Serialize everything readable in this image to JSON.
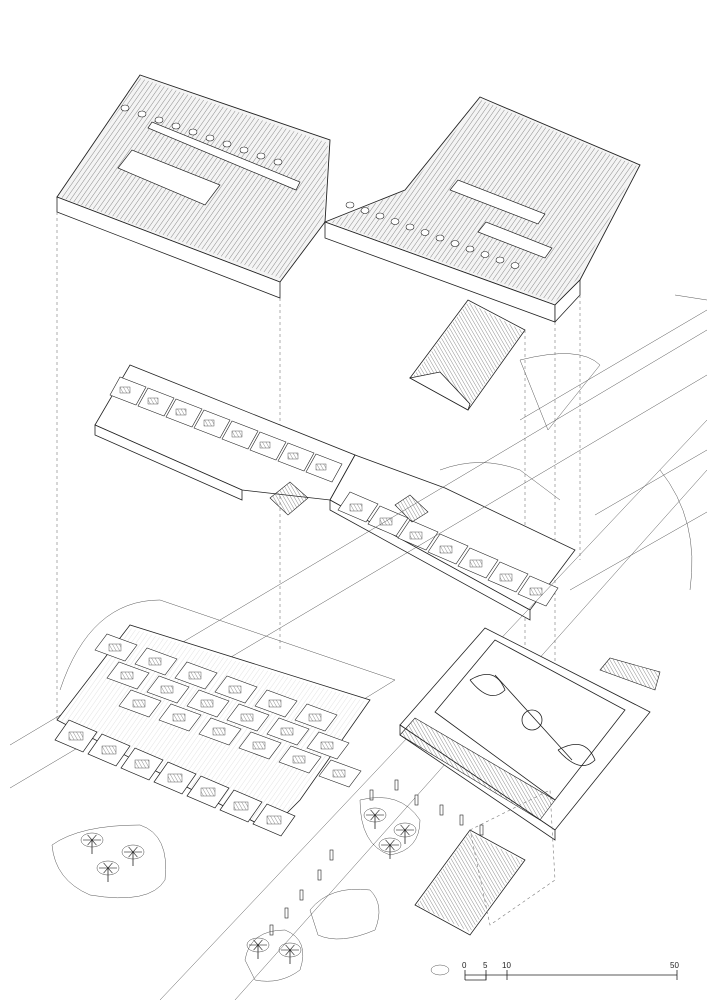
{
  "scale_bar": {
    "ticks": [
      "0",
      "5",
      "10",
      "50"
    ]
  },
  "colors": {
    "line": "#222222",
    "background": "#ffffff"
  }
}
